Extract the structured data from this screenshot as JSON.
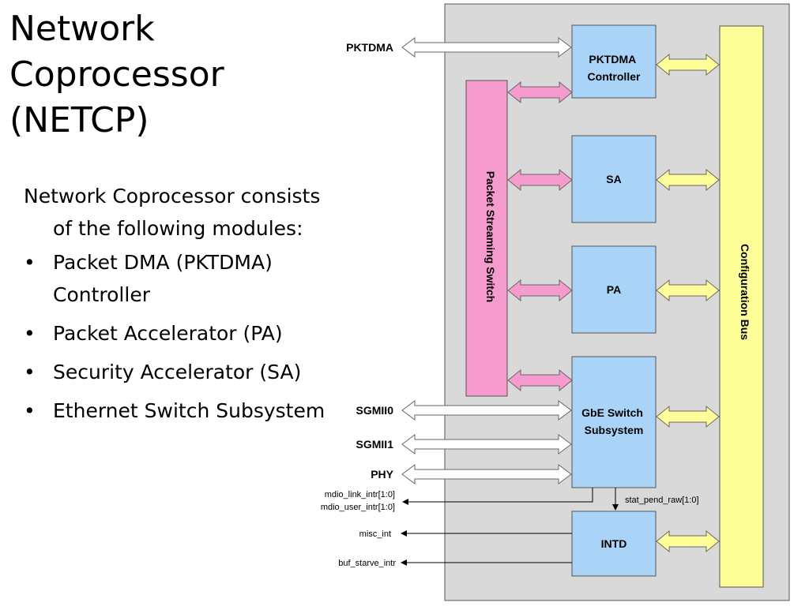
{
  "title": {
    "lines": [
      "Network",
      "Coprocessor",
      "(NETCP)"
    ]
  },
  "body": {
    "intro": "Network Coprocessor consists of the following modules:",
    "bullets": [
      "Packet DMA (PKTDMA) Controller",
      "Packet Accelerator (PA)",
      "Security Accelerator (SA)",
      "Ethernet Switch Subsystem"
    ]
  },
  "diagram": {
    "colors": {
      "module": "#a9d4f8",
      "switch": "#f59bcd",
      "config_bus": "#ffff99",
      "frame": "#d9d9d9"
    },
    "modules": {
      "pktdma_controller": [
        "PKTDMA",
        "Controller"
      ],
      "sa": "SA",
      "pa": "PA",
      "gbe_switch": [
        "GbE Switch",
        "Subsystem"
      ],
      "intd": "INTD"
    },
    "packet_streaming_switch": "Packet Streaming Switch",
    "configuration_bus": "Configuration Bus",
    "external": {
      "pktdma": "PKTDMA",
      "sgmii0": "SGMII0",
      "sgmii1": "SGMII1",
      "phy": "PHY"
    },
    "signals": {
      "mdio_link": "mdio_link_intr[1:0]",
      "mdio_user": "mdio_user_intr[1:0]",
      "stat_pend": "stat_pend_raw[1:0]",
      "misc_int": "misc_int",
      "buf_starve": "buf_starve_intr"
    }
  }
}
